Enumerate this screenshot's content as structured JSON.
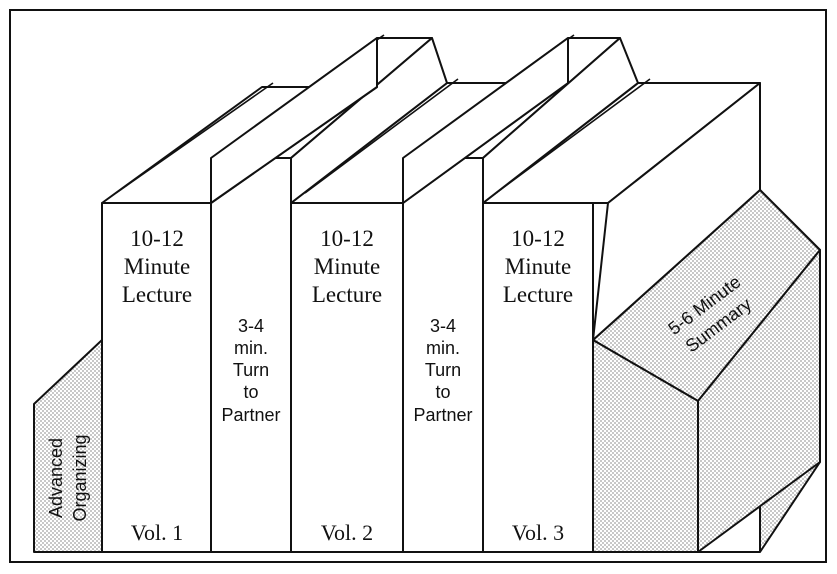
{
  "colors": {
    "ink": "#111111",
    "paper": "#ffffff",
    "stipple": "#bdbdbd"
  },
  "bookends": {
    "left_label": [
      "Advanced",
      "Organizing"
    ],
    "right_label": [
      "5-6 Minute",
      "Summary"
    ]
  },
  "books": [
    {
      "id": "lecture-1",
      "lines": [
        "10-12",
        "Minute",
        "Lecture"
      ],
      "volume": "Vol. 1"
    },
    {
      "id": "partner-1",
      "lines": [
        "3-4",
        "min.",
        "Turn",
        "to",
        "Partner"
      ]
    },
    {
      "id": "lecture-2",
      "lines": [
        "10-12",
        "Minute",
        "Lecture"
      ],
      "volume": "Vol. 2"
    },
    {
      "id": "partner-2",
      "lines": [
        "3-4",
        "min.",
        "Turn",
        "to",
        "Partner"
      ]
    },
    {
      "id": "lecture-3",
      "lines": [
        "10-12",
        "Minute",
        "Lecture"
      ],
      "volume": "Vol. 3"
    }
  ]
}
